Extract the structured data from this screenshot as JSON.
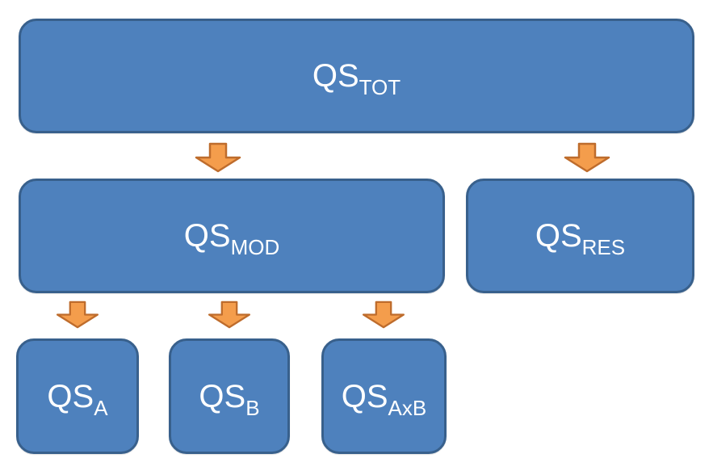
{
  "nodes": {
    "tot": {
      "main": "QS",
      "sub": "TOT"
    },
    "mod": {
      "main": "QS",
      "sub": "MOD"
    },
    "res": {
      "main": "QS",
      "sub": "RES"
    },
    "a": {
      "main": "QS",
      "sub": "A"
    },
    "b": {
      "main": "QS",
      "sub": "B"
    },
    "axb": {
      "main": "QS",
      "sub": "AxB"
    }
  },
  "edges": [
    {
      "from": "QS_TOT",
      "to": "QS_MOD"
    },
    {
      "from": "QS_TOT",
      "to": "QS_RES"
    },
    {
      "from": "QS_MOD",
      "to": "QS_A"
    },
    {
      "from": "QS_MOD",
      "to": "QS_B"
    },
    {
      "from": "QS_MOD",
      "to": "QS_AxB"
    }
  ],
  "colors": {
    "box_fill": "#4E81BD",
    "box_border": "#38608C",
    "arrow_fill": "#F49D4C",
    "arrow_border": "#BE6C2C",
    "text": "#FFFFFF",
    "background": "#FFFFFF"
  }
}
